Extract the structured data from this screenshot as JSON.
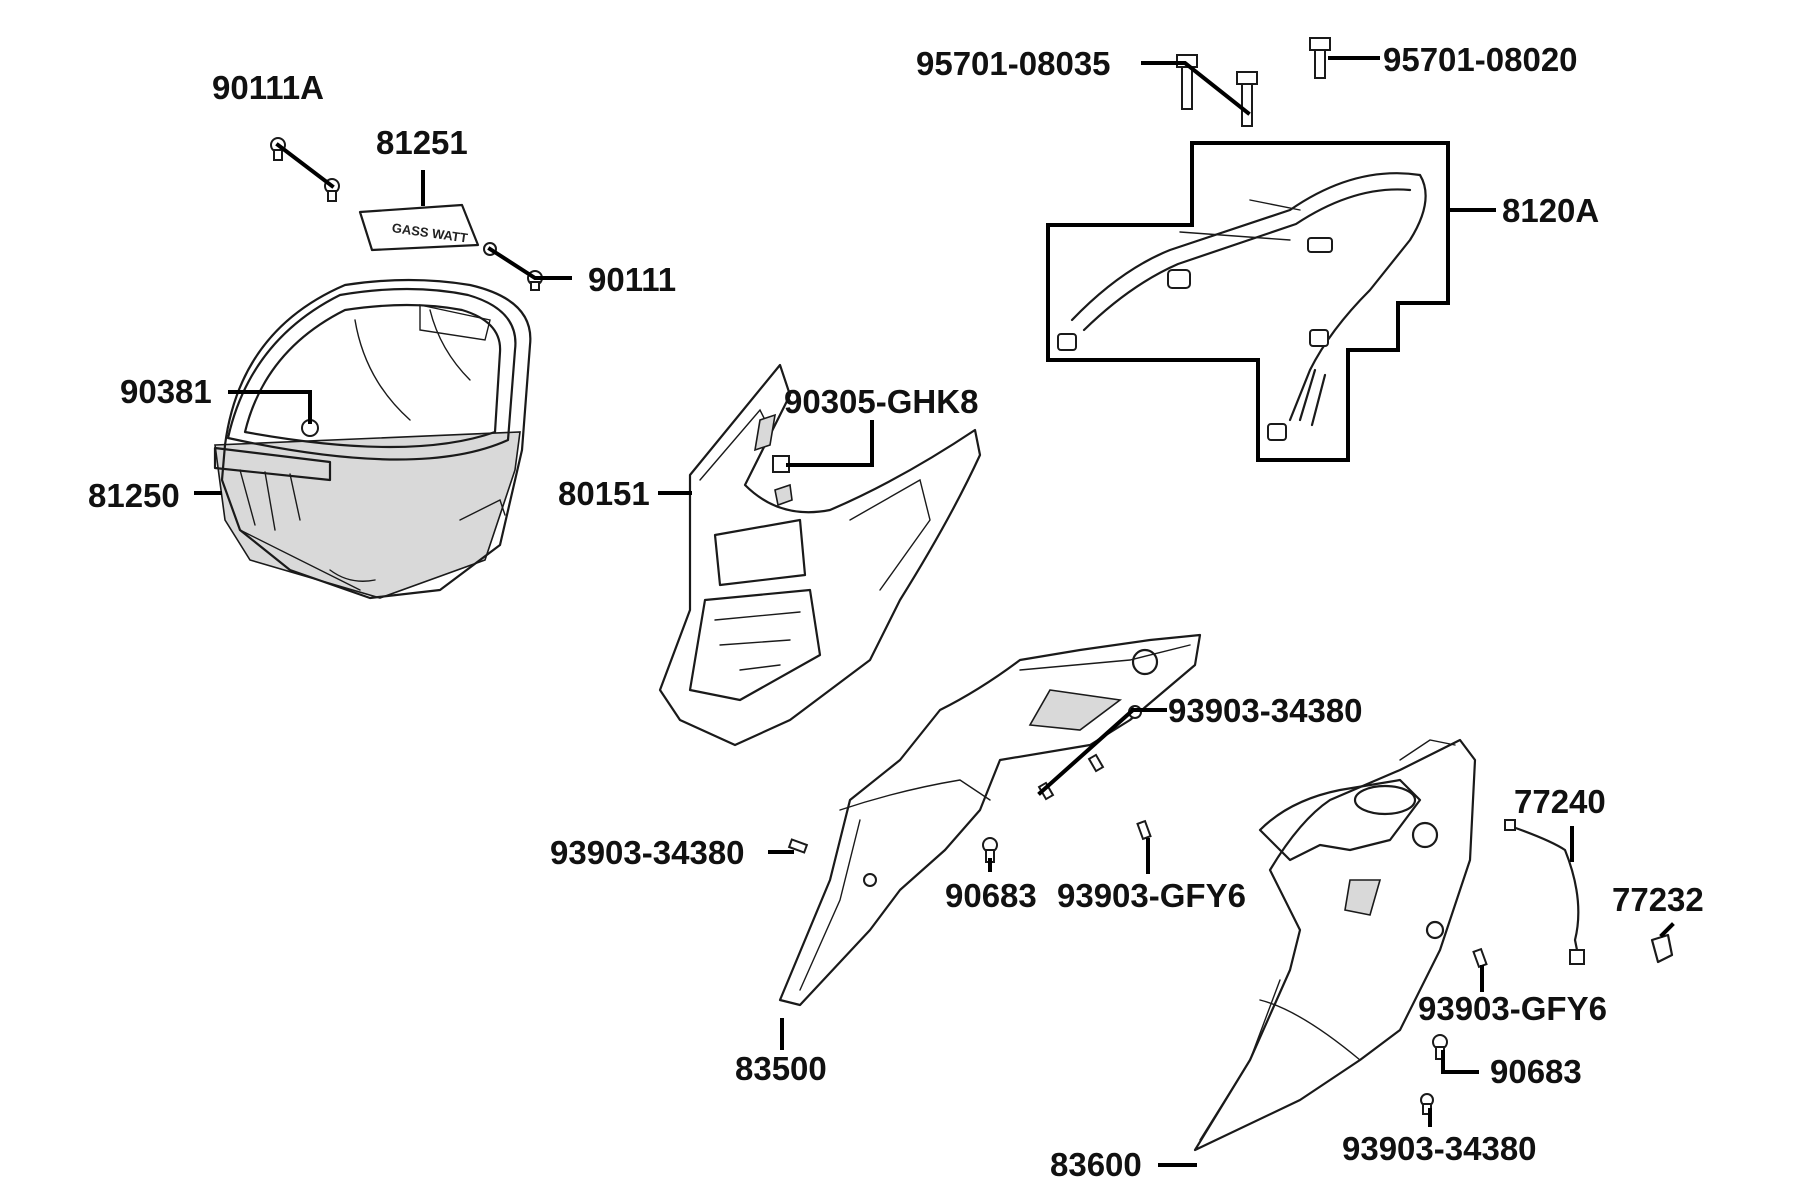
{
  "diagram": {
    "labels": {
      "p90111A": "90111A",
      "p81251": "81251",
      "p90111": "90111",
      "p90381": "90381",
      "p81250": "81250",
      "p80151": "80151",
      "p90305": "90305-GHK8",
      "p95701_08035": "95701-08035",
      "p95701_08020": "95701-08020",
      "p8120A": "8120A",
      "p93903_34380_a": "93903-34380",
      "p93903_34380_b": "93903-34380",
      "p93903_34380_c": "93903-34380",
      "p90683_a": "90683",
      "p90683_b": "90683",
      "p93903_GFY6_a": "93903-GFY6",
      "p93903_GFY6_b": "93903-GFY6",
      "p77240": "77240",
      "p77232": "77232",
      "p83500": "83500",
      "p83600": "83600"
    },
    "lid_text": "GASS WATT"
  }
}
